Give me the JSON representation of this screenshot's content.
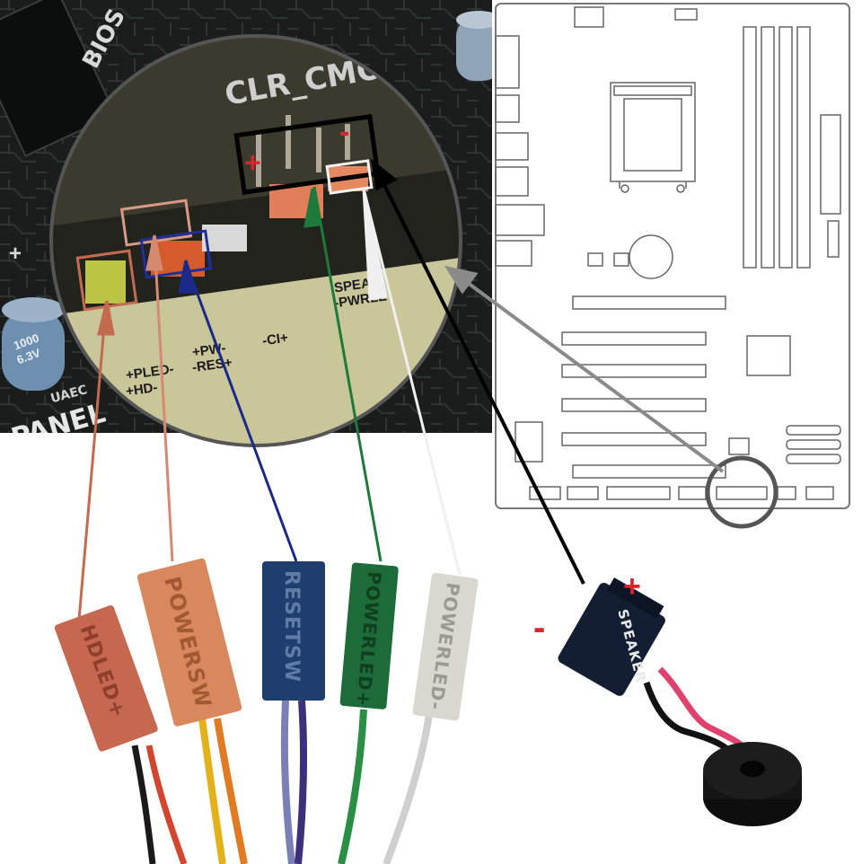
{
  "photo": {
    "silkscreen": {
      "clr_cmos": "CLR_CMOS",
      "bios": "BIOS",
      "panel": "PANEL",
      "cap_value": "1000",
      "cap_voltage": "6.3V",
      "uaec": "UAEC"
    },
    "header_marks": {
      "plus": "+",
      "minus": "-"
    },
    "pin_labels": {
      "plled": "+PLED-",
      "hd": "+HD-",
      "pw": "+PW-",
      "res": "-RES+",
      "ci": "-CI+",
      "speak": "SPEAK",
      "pwrled": "-PWRLE"
    }
  },
  "connectors": [
    {
      "id": "hdled",
      "label": "HDLED+",
      "color": "#c6674f",
      "wires": [
        "#1a1a1a",
        "#d2452f"
      ]
    },
    {
      "id": "powersw",
      "label": "POWERSW",
      "color": "#d9875c",
      "wires": [
        "#e3b21b",
        "#e07b24"
      ]
    },
    {
      "id": "resetsw",
      "label": "RESETSW",
      "color": "#1d3e6e",
      "wires": [
        "#7a7fb6",
        "#3d2f7a"
      ]
    },
    {
      "id": "powerled_plus",
      "label": "POWERLED+",
      "color": "#1e6b3a",
      "wires": [
        "#2a8f45"
      ]
    },
    {
      "id": "powerled_minus",
      "label": "POWERLED-",
      "color": "#d8d8d0",
      "wires": [
        "#cfcfcf"
      ]
    }
  ],
  "speaker": {
    "label": "SPEAKER",
    "plus": "+",
    "minus": "-",
    "body_color": "#141e33",
    "wire_colors": [
      "#e0426e",
      "#111111"
    ]
  },
  "colors": {
    "pcb": "#1a1d1c",
    "zoom_bg": "#3b3a2e",
    "mark_red": "#d9252b",
    "arrow_black": "#000000",
    "arrow_gray": "#8a8a8a",
    "arrow_blue": "#1b2a8a",
    "arrow_green": "#1e7a3a",
    "arrow_white": "#f0f0f0",
    "arrow_orange": "#d38a70",
    "arrow_rust": "#c46a4f"
  }
}
